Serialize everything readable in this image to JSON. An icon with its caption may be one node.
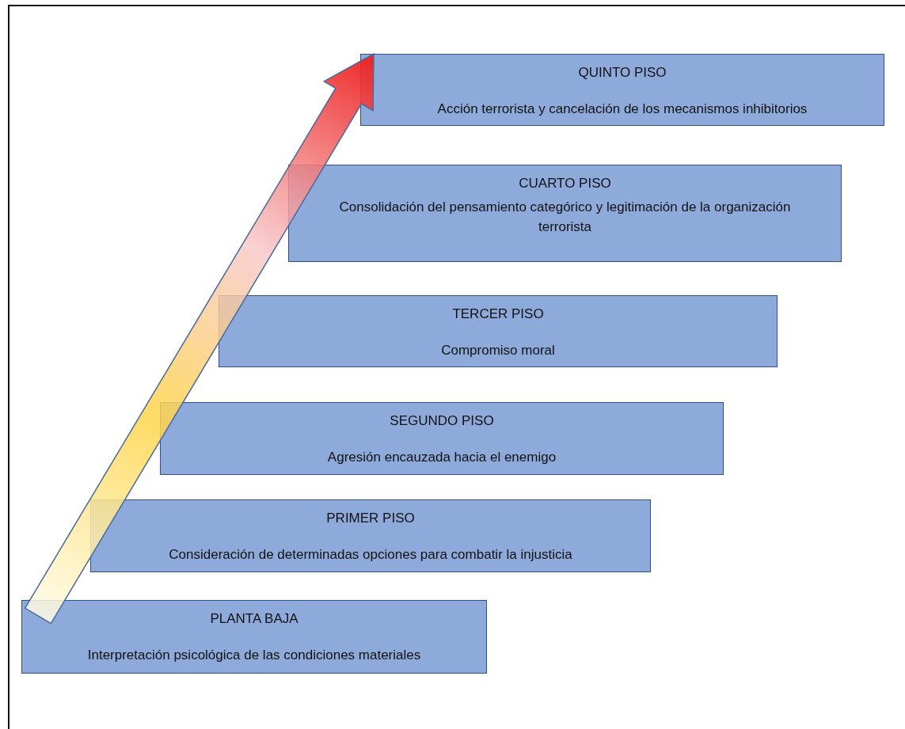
{
  "diagram": {
    "nodes": [
      {
        "text": [
          "QUINTO PISO",
          "Acción terrorista y cancelación de los mecanismos inhibitorios"
        ]
      },
      {
        "text": [
          "CUARTO PISO",
          "Consolidación del pensamiento categórico y legitimación de la organización terrorista"
        ]
      },
      {
        "text": [
          "TERCER PISO",
          "Compromiso moral"
        ]
      },
      {
        "text": [
          "SEGUNDO PISO",
          "Agresión encauzada hacia el enemigo"
        ]
      },
      {
        "text": [
          "PRIMER PISO",
          "Consideración de determinadas opciones para combatir la injusticia"
        ]
      },
      {
        "text": [
          "PLANTA BAJA",
          "Interpretación psicológica de las condiciones materiales"
        ]
      }
    ]
  }
}
